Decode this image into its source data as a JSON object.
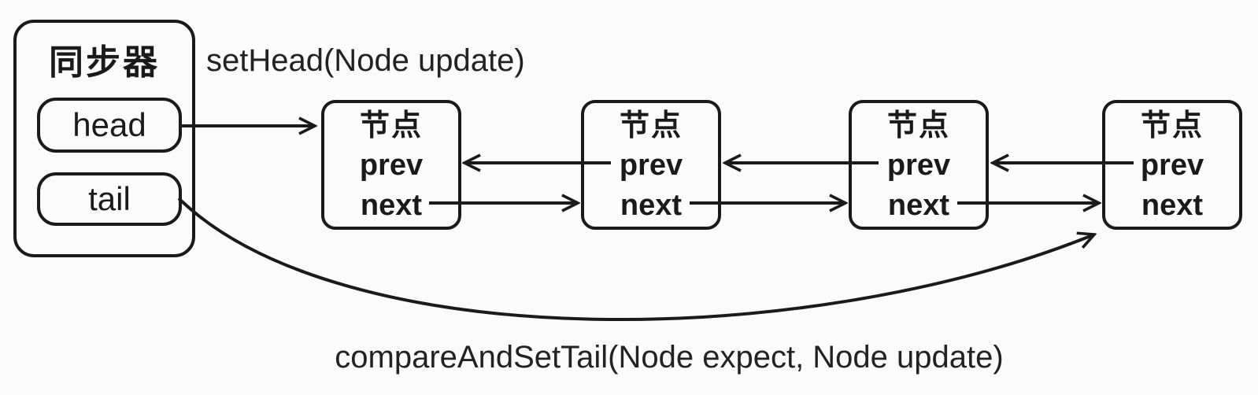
{
  "colors": {
    "background": "#fbfbfb",
    "stroke": "#1a1a1a",
    "text": "#1a1a1a"
  },
  "synchronizer": {
    "title": "同步器",
    "head_label": "head",
    "tail_label": "tail"
  },
  "annotations": {
    "set_head": "setHead(Node update)",
    "compare_and_set_tail": "compareAndSetTail(Node expect, Node update)"
  },
  "nodes": [
    {
      "title": "节点",
      "prev_label": "prev",
      "next_label": "next"
    },
    {
      "title": "节点",
      "prev_label": "prev",
      "next_label": "next"
    },
    {
      "title": "节点",
      "prev_label": "prev",
      "next_label": "next"
    },
    {
      "title": "节点",
      "prev_label": "prev",
      "next_label": "next"
    }
  ],
  "edges": [
    {
      "from": "synchronizer.head",
      "to": "node-1",
      "style": "straight-arrow"
    },
    {
      "from": "node-2.prev",
      "to": "node-1",
      "style": "straight-arrow"
    },
    {
      "from": "node-1.next",
      "to": "node-2",
      "style": "straight-arrow"
    },
    {
      "from": "node-3.prev",
      "to": "node-2",
      "style": "straight-arrow"
    },
    {
      "from": "node-2.next",
      "to": "node-3",
      "style": "straight-arrow"
    },
    {
      "from": "node-4.prev",
      "to": "node-3",
      "style": "straight-arrow"
    },
    {
      "from": "node-3.next",
      "to": "node-4",
      "style": "straight-arrow"
    },
    {
      "from": "synchronizer.tail",
      "to": "node-4",
      "style": "curved-arrow"
    }
  ]
}
